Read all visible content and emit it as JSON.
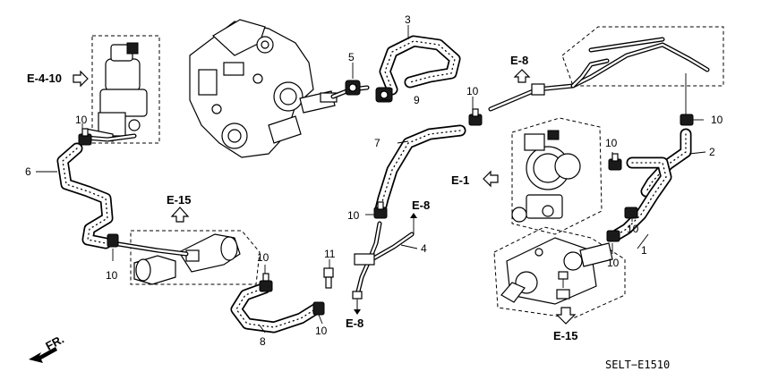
{
  "diagram": {
    "part_numbers": {
      "p1": "1",
      "p2": "2",
      "p3": "3",
      "p4": "4",
      "p5": "5",
      "p6": "6",
      "p7": "7",
      "p8": "8",
      "p9": "9",
      "p10": "10",
      "p11": "11"
    },
    "references": {
      "e4_10": "E-4-10",
      "e8": "E-8",
      "e1": "E-1",
      "e15": "E-15"
    },
    "front_marker": "FR.",
    "diagram_code": "SELT−E1510"
  }
}
